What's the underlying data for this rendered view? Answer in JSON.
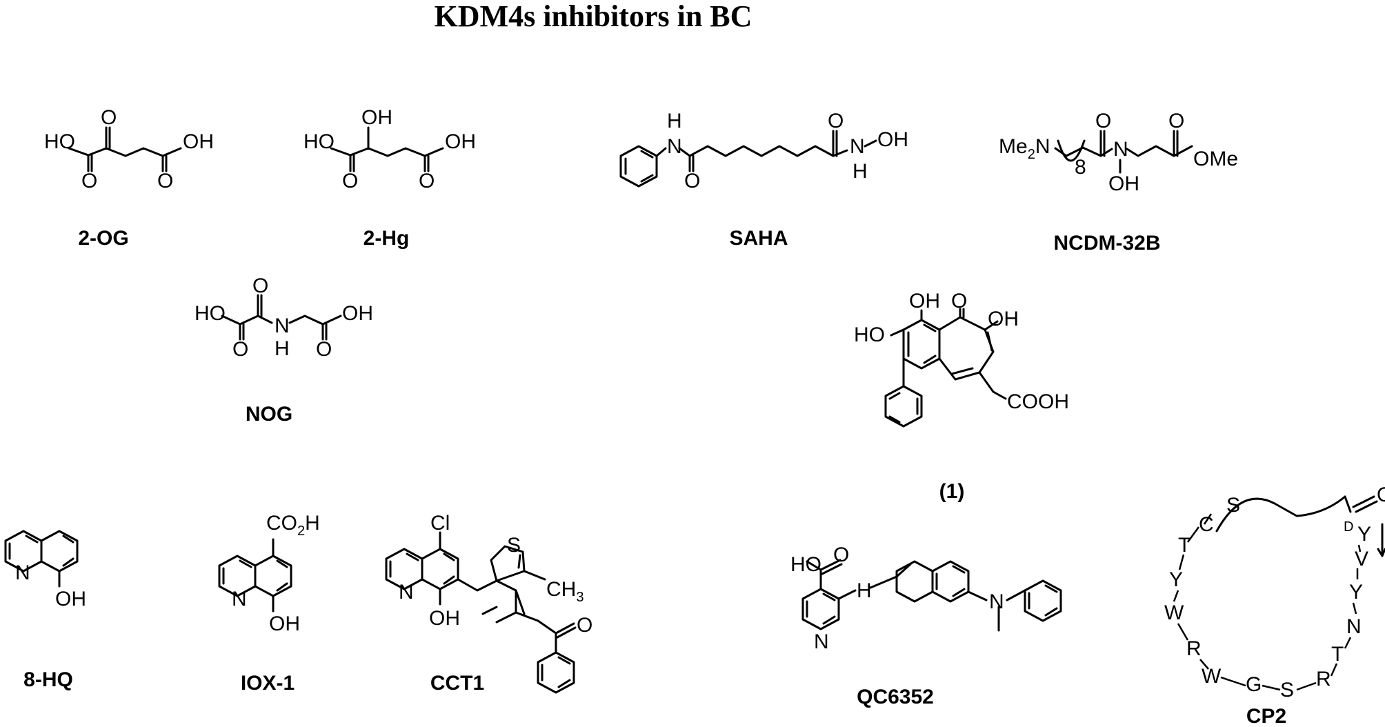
{
  "title": "KDM4s  inhibitors in BC",
  "compounds": [
    {
      "id": "2-OG"
    },
    {
      "id": "2-Hg"
    },
    {
      "id": "SAHA"
    },
    {
      "id": "NCDM-32B"
    },
    {
      "id": "NOG"
    },
    {
      "id": "(1)"
    },
    {
      "id": "8-HQ"
    },
    {
      "id": "IOX-1"
    },
    {
      "id": "CCT1"
    },
    {
      "id": "QC6352"
    },
    {
      "id": "CP2"
    }
  ],
  "atoms": {
    "ho": "HO",
    "oh": "OH",
    "o": "O",
    "n": "N",
    "h": "H",
    "nh": "N",
    "me2n": "Me",
    "me2n_sub": "2",
    "me2n_n": "N",
    "eight": "8",
    "ome": "OMe",
    "cooh": "COOH",
    "co2h": "CO",
    "co2h_sub": "2",
    "co2h_h": "H",
    "cl": "Cl",
    "s": "S",
    "ch3": "CH",
    "ch3_sub": "3"
  },
  "peptide": {
    "residues": [
      "C",
      "T",
      "Y",
      "W",
      "R",
      "W",
      "G",
      "S",
      "R",
      "T",
      "N",
      "Y",
      "V",
      "Y",
      "S",
      "O"
    ],
    "d_marker": "D"
  }
}
